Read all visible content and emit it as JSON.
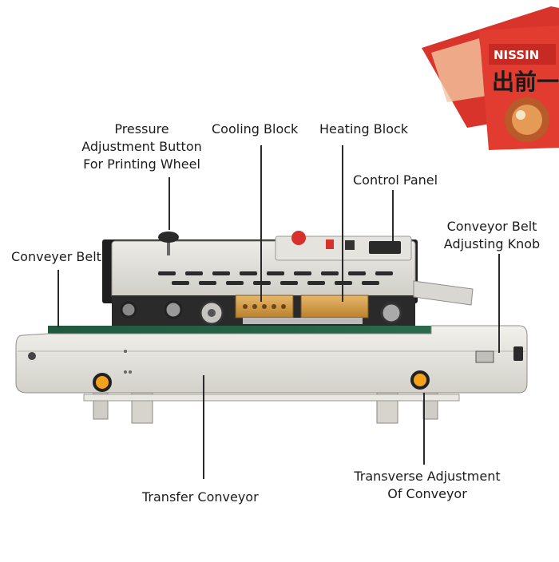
{
  "labels": {
    "pressure_line1": "Pressure",
    "pressure_line2": "Adjustment Button",
    "pressure_line3": "For Printing Wheel",
    "cooling": "Cooling Block",
    "heating": "Heating Block",
    "control": "Control Panel",
    "belt_knob_line1": "Conveyor Belt",
    "belt_knob_line2": "Adjusting Knob",
    "conveyer_belt": "Conveyer Belt",
    "transfer": "Transfer Conveyor",
    "transverse_line1": "Transverse Adjustment",
    "transverse_line2": "Of Conveyor"
  },
  "package": {
    "brand": "NISSIN",
    "title": "出前一"
  }
}
